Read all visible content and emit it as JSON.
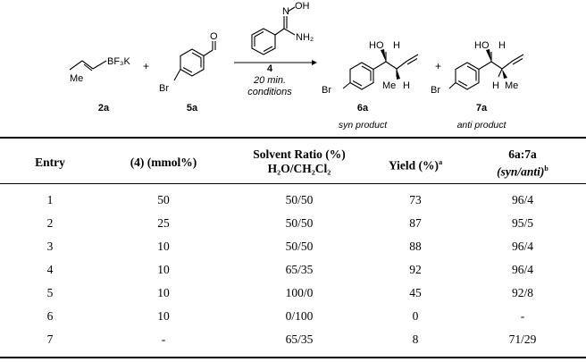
{
  "scheme": {
    "reagent_label": "BF₃K",
    "methyl_label": "Me",
    "plus_1": "+",
    "plus_2": "+",
    "aldehyde_o": "O",
    "br_label": "Br",
    "catalyst_oh": "OH",
    "catalyst_n": "N",
    "catalyst_nh2": "NH₂",
    "catalyst_number": "4",
    "time": "20 min.",
    "conditions": "conditions",
    "ho_label": "HO",
    "h_label": "H",
    "compound_2a": "2a",
    "compound_5a": "5a",
    "compound_6a": "6a",
    "compound_7a": "7a",
    "syn_caption": "syn product",
    "anti_caption": "anti product"
  },
  "table": {
    "headers": {
      "entry": "Entry",
      "loading": "(4) (mmol%)",
      "solvent_line1": "Solvent Ratio (%)",
      "solvent_line2": "H₂O/CH₂Cl₂",
      "yield": "Yield (%)",
      "yield_sup": "a",
      "ratio_line1": "6a:7a",
      "ratio_line2": "(syn/anti)",
      "ratio_sup": "b"
    },
    "rows": [
      {
        "entry": "1",
        "loading": "50",
        "solvent": "50/50",
        "yield": "73",
        "ratio": "96/4"
      },
      {
        "entry": "2",
        "loading": "25",
        "solvent": "50/50",
        "yield": "87",
        "ratio": "95/5"
      },
      {
        "entry": "3",
        "loading": "10",
        "solvent": "50/50",
        "yield": "88",
        "ratio": "96/4"
      },
      {
        "entry": "4",
        "loading": "10",
        "solvent": "65/35",
        "yield": "92",
        "ratio": "96/4"
      },
      {
        "entry": "5",
        "loading": "10",
        "solvent": "100/0",
        "yield": "45",
        "ratio": "92/8"
      },
      {
        "entry": "6",
        "loading": "10",
        "solvent": "0/100",
        "yield": "0",
        "ratio": "-"
      },
      {
        "entry": "7",
        "loading": "-",
        "solvent": "65/35",
        "yield": "8",
        "ratio": "71/29"
      }
    ]
  }
}
